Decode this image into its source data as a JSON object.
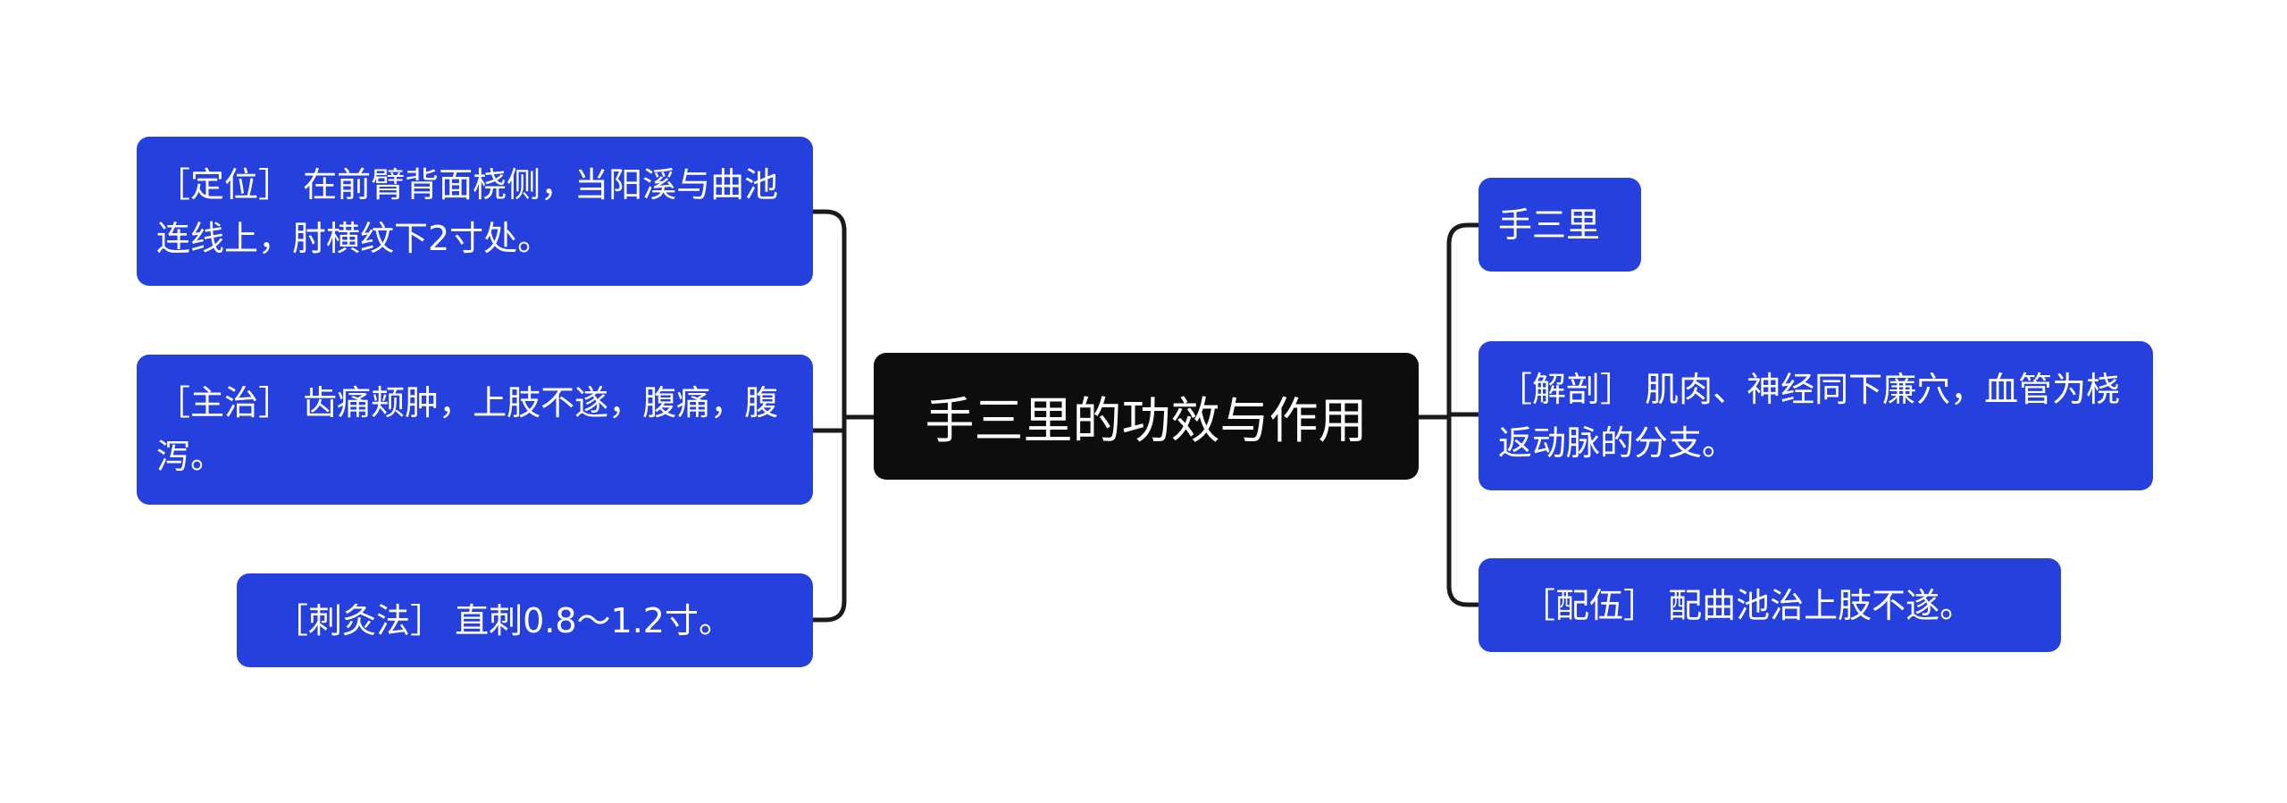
{
  "center": {
    "label": "手三里的功效与作用"
  },
  "left_nodes": [
    {
      "label": "［定位］ 在前臂背面桡侧，当阳溪与曲池连线上，肘横纹下2寸处。"
    },
    {
      "label": "［主治］ 齿痛颊肿，上肢不遂，腹痛，腹泻。"
    },
    {
      "label": "［刺灸法］ 直刺0.8～1.2寸。"
    }
  ],
  "right_nodes": [
    {
      "label": "手三里"
    },
    {
      "label": "［解剖］ 肌肉、神经同下廉穴，血管为桡返动脉的分支。"
    },
    {
      "label": "［配伍］ 配曲池治上肢不遂。"
    }
  ],
  "colors": {
    "center_bg": "#0d0d0d",
    "node_bg": "#2540dc",
    "line": "#1a1a1a",
    "text": "#ffffff"
  }
}
